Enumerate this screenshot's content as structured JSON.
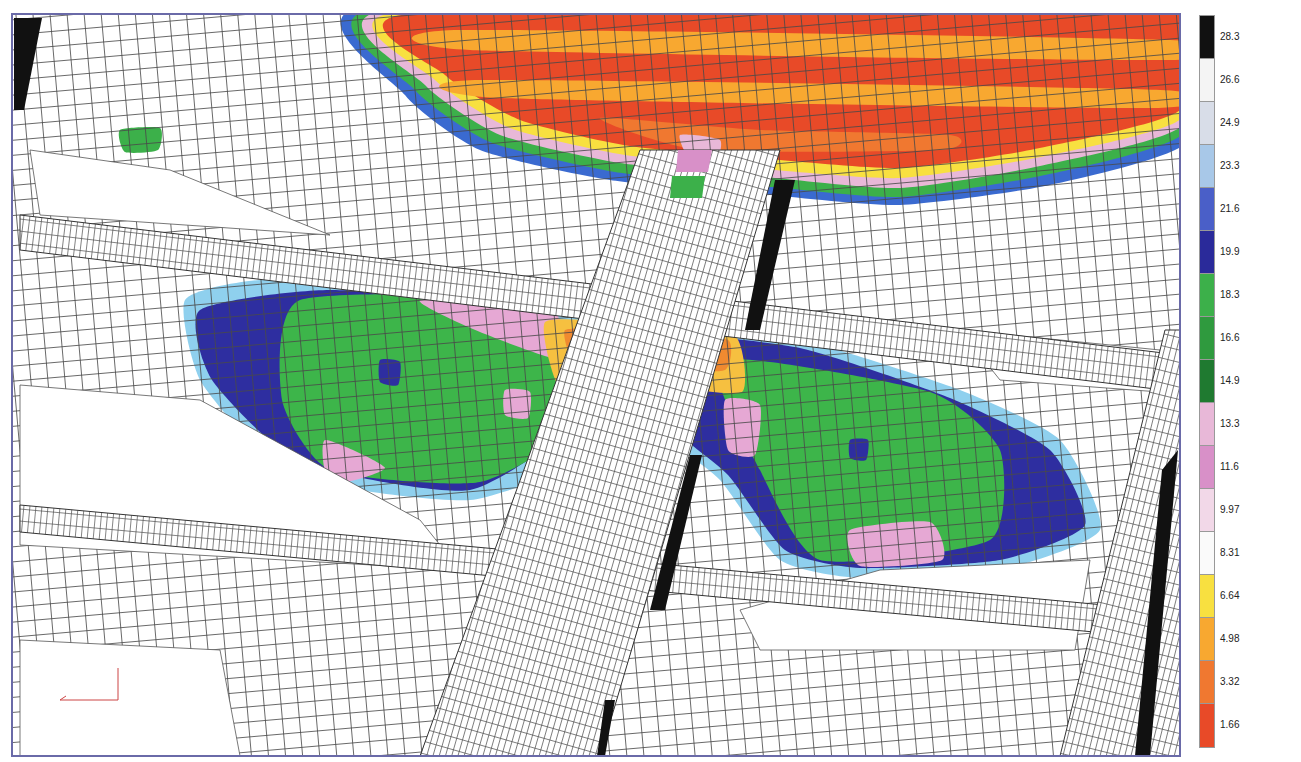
{
  "diagram": {
    "legend": [
      {
        "text": "28.3",
        "color": "#111111"
      },
      {
        "text": "26.6",
        "color": "#f4f4f4"
      },
      {
        "text": "24.9",
        "color": "#d8dde8"
      },
      {
        "text": "23.3",
        "color": "#a8c8e8"
      },
      {
        "text": "21.6",
        "color": "#4a5fc8"
      },
      {
        "text": "19.9",
        "color": "#2a2a9a"
      },
      {
        "text": "18.3",
        "color": "#3cb04a"
      },
      {
        "text": "16.6",
        "color": "#2f9a3e"
      },
      {
        "text": "14.9",
        "color": "#1f7a30"
      },
      {
        "text": "13.3",
        "color": "#e8b8d8"
      },
      {
        "text": "11.6",
        "color": "#d890c8"
      },
      {
        "text": "9.97",
        "color": "#f2d8e8"
      },
      {
        "text": "8.31",
        "color": "#fafafa"
      },
      {
        "text": "6.64",
        "color": "#f8e040"
      },
      {
        "text": "4.98",
        "color": "#f8a830"
      },
      {
        "text": "3.32",
        "color": "#f07830"
      },
      {
        "text": "1.66",
        "color": "#e84a28"
      }
    ]
  }
}
